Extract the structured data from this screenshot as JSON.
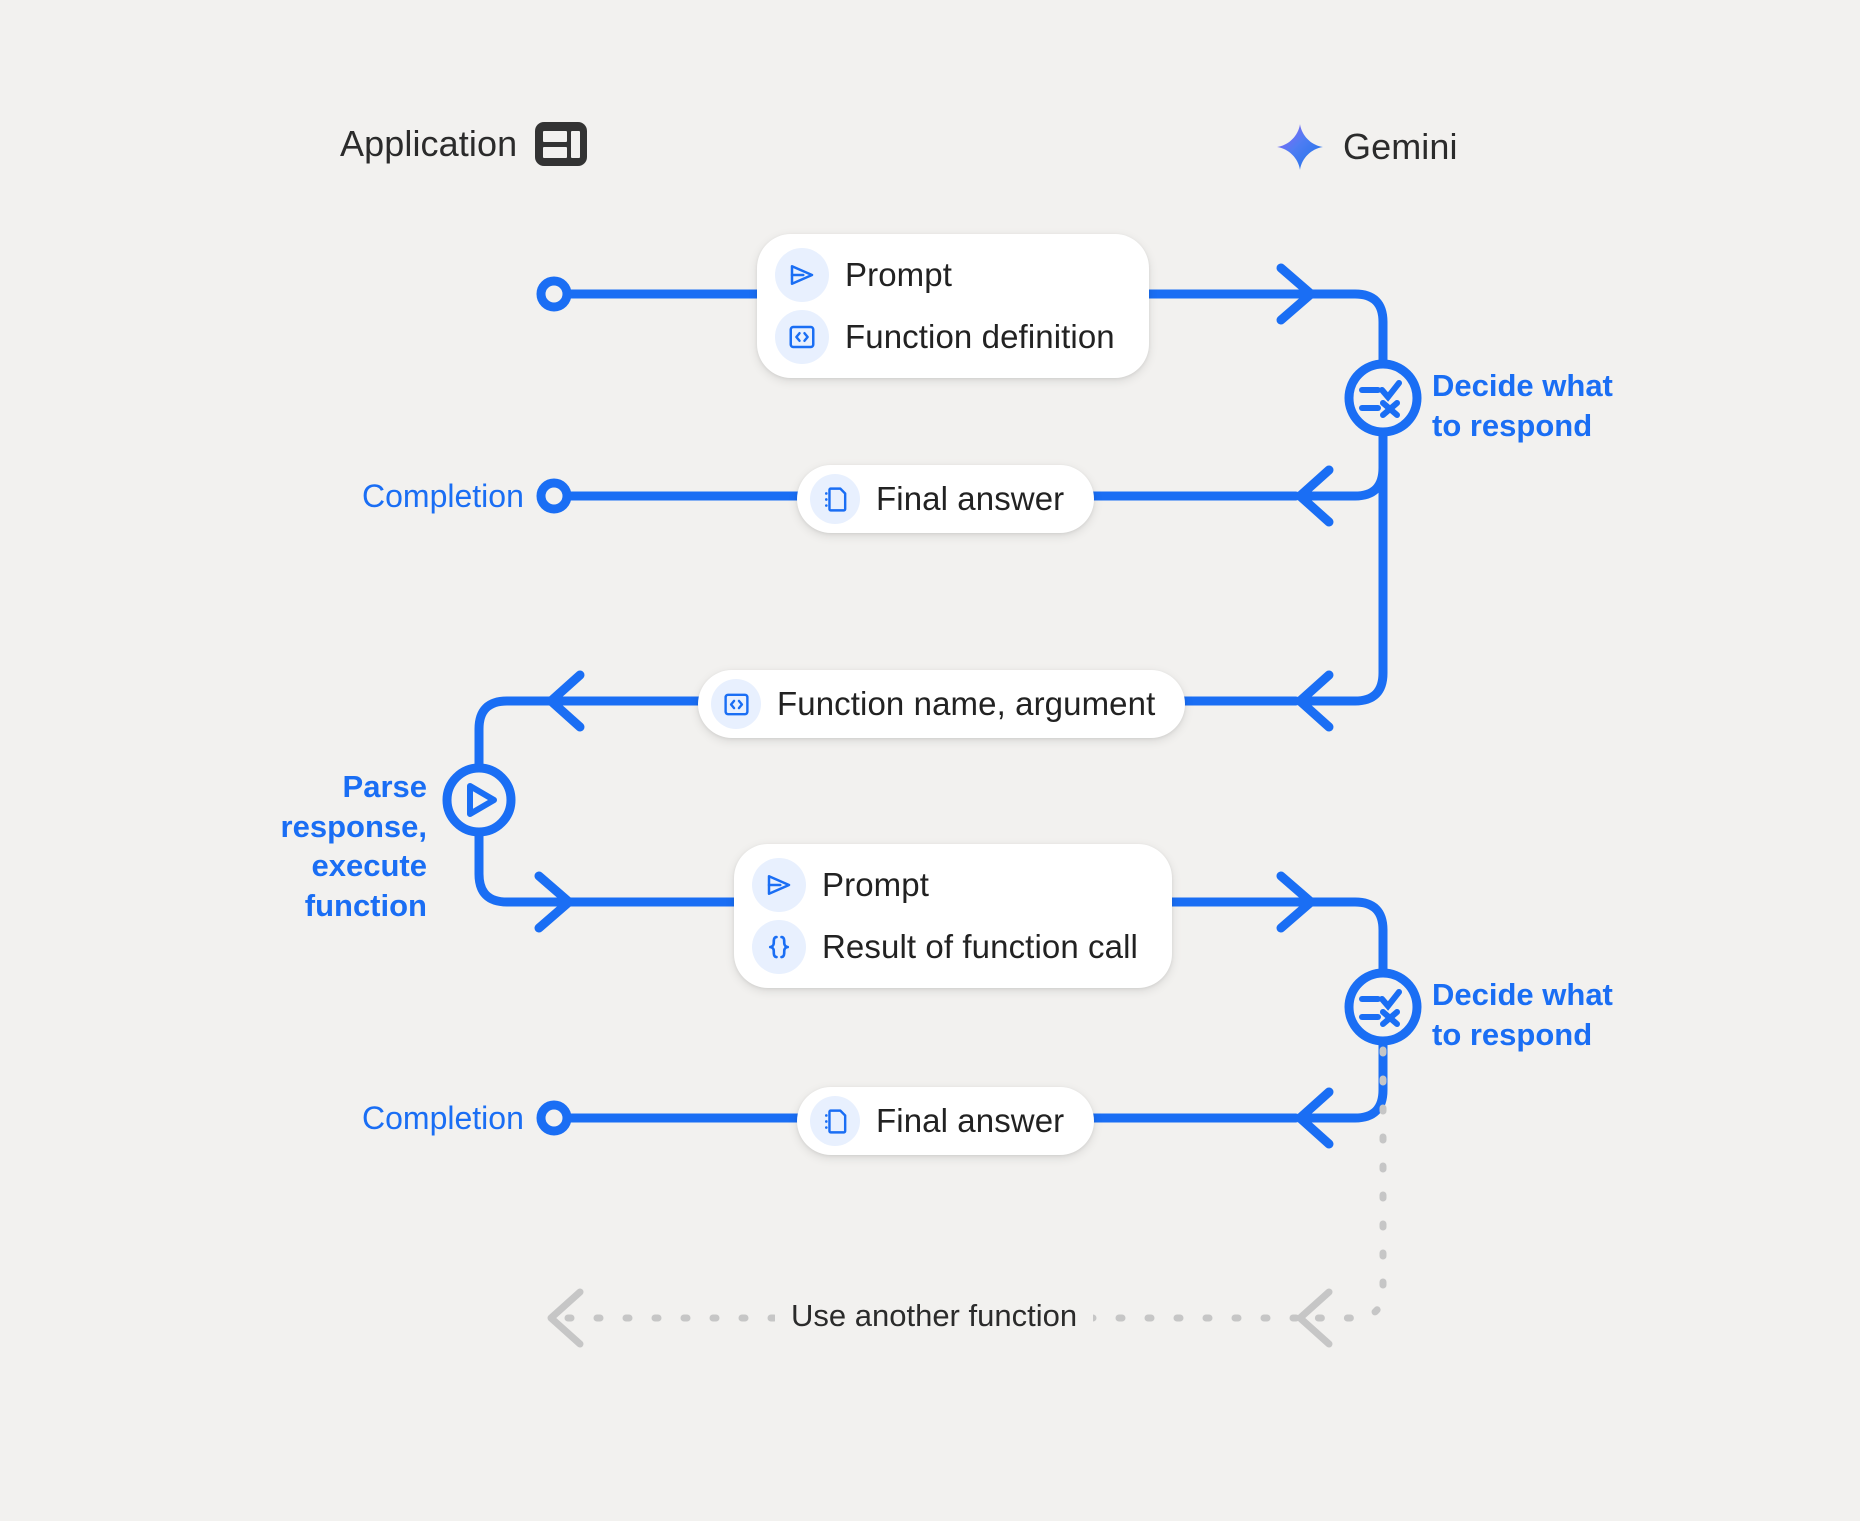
{
  "background_color": "#f2f1ef",
  "accent_color": "#1a6ef4",
  "lifeline_color": "#c9c9c9",
  "actors": {
    "left": {
      "label": "Application",
      "icon": "application-dashboard-icon"
    },
    "right": {
      "label": "Gemini",
      "icon": "gemini-sparkle-icon"
    }
  },
  "messages": [
    {
      "id": "prompt-function-definition",
      "direction": "left-to-right",
      "rows": [
        {
          "icon": "send-prompt-icon",
          "text": "Prompt"
        },
        {
          "icon": "code-brackets-icon",
          "text": "Function definition"
        }
      ]
    },
    {
      "id": "final-answer-1",
      "direction": "right-to-left",
      "rows": [
        {
          "icon": "document-icon",
          "text": "Final answer"
        }
      ]
    },
    {
      "id": "function-name-argument",
      "direction": "right-to-left",
      "rows": [
        {
          "icon": "code-brackets-icon",
          "text": "Function name,  argument"
        }
      ]
    },
    {
      "id": "prompt-result-of-function-call",
      "direction": "left-to-right",
      "rows": [
        {
          "icon": "send-prompt-icon",
          "text": "Prompt"
        },
        {
          "icon": "curly-braces-icon",
          "text": "Result of function call"
        }
      ]
    },
    {
      "id": "final-answer-2",
      "direction": "right-to-left",
      "rows": [
        {
          "icon": "document-icon",
          "text": "Final answer"
        }
      ]
    }
  ],
  "annotations": {
    "decide_1": "Decide what\nto respond",
    "decide_2": "Decide what\nto respond",
    "parse_execute": "Parse response,\nexecute function",
    "completion_1": "Completion",
    "completion_2": "Completion",
    "loop_label": "Use another function"
  },
  "node_icons": {
    "decide_1": "decision-checklist-icon",
    "decide_2": "decision-checklist-icon",
    "parse_execute": "play-execute-icon",
    "completion_1": "open-circle-node",
    "completion_2": "open-circle-node",
    "start": "open-circle-node"
  }
}
